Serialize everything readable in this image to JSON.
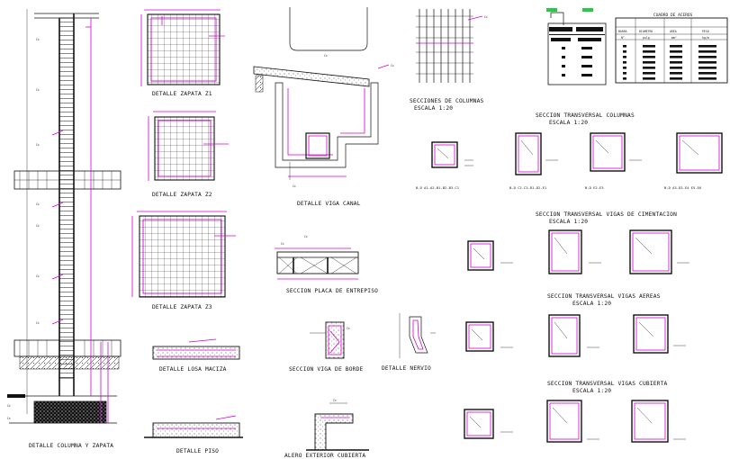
{
  "labels": {
    "col_det": "DETALLE COLUMNA Y ZAPATA",
    "z1": "DETALLE ZAPATA Z1",
    "z2": "DETALLE ZAPATA Z2",
    "z3": "DETALLE ZAPATA Z3",
    "losa": "DETALLE LOSA MACIZA",
    "piso": "DETALLE PISO",
    "viga_canal": "DETALLE VIGA CANAL",
    "sec_borde": "SECCION VIGA DE BORDE",
    "nervio": "DETALLE NERVIO",
    "alero": "ALERO EXTERIOR CUBIERTA",
    "tipica": "SECCION PLACA DE ENTREPISO"
  },
  "section_headers": {
    "h1a": "SECCIONES DE COLUMNAS",
    "h1b": "ESCALA 1:20",
    "h2a": "SECCION TRANSVERSAL COLUMNAS",
    "h2b": "ESCALA 1:20",
    "h3a": "SECCION TRANSVERSAL VIGAS DE CIMENTACION",
    "h3b": "ESCALA 1:20",
    "h4a": "SECCION TRANSVERSAL VIGAS AEREAS",
    "h4b": "ESCALA 1:20",
    "h5a": "SECCION TRANSVERSAL VIGAS CUBIERTA",
    "h5b": "ESCALA 1:20"
  },
  "column_tags": [
    "B-D A1-A2-B1-B2-B3-C1",
    "B-D C2-C3-D1-D2-E1",
    "B-D E2-E3",
    "B-D A3-D3-E4 E5-E6"
  ],
  "table": {
    "title": "CUADRO DE ACEROS",
    "headers": [
      "BARRA",
      "DIAMETRO",
      "AREA",
      "PESO"
    ],
    "units": [
      "N°",
      "pulg",
      "mm²",
      "kg/m"
    ]
  },
  "colors": {
    "rebar": "#d400d4",
    "line": "#111111",
    "accent_green": "#22cc44"
  }
}
